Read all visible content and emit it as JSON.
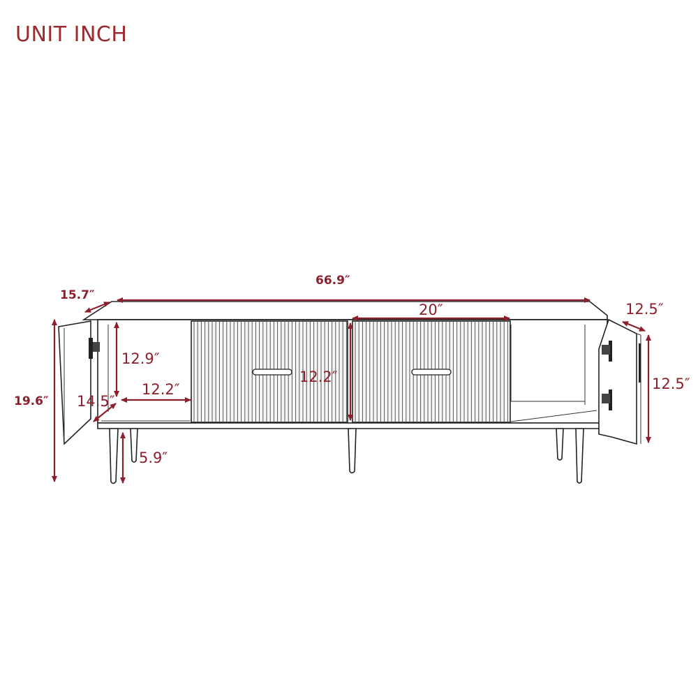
{
  "header": {
    "title": "UNIT INCH"
  },
  "colors": {
    "accent": "#8c1f2c",
    "title": "#9b2a2f",
    "line": "#222222",
    "background": "#ffffff"
  },
  "product": "TV stand with two fluted drawers, two side cabinet doors and tapered legs",
  "dimensions": {
    "overall_width": "66.9″",
    "overall_depth": "15.7″",
    "overall_height": "19.6″",
    "drawer_width": "20″",
    "drawer_height": "12.2″",
    "cabinet_inner_height": "12.9″",
    "cabinet_inner_width": "12.2″",
    "cabinet_inner_depth": "14.5″",
    "leg_height": "5.9″",
    "door_width": "12.5″",
    "door_height": "12.5″"
  }
}
